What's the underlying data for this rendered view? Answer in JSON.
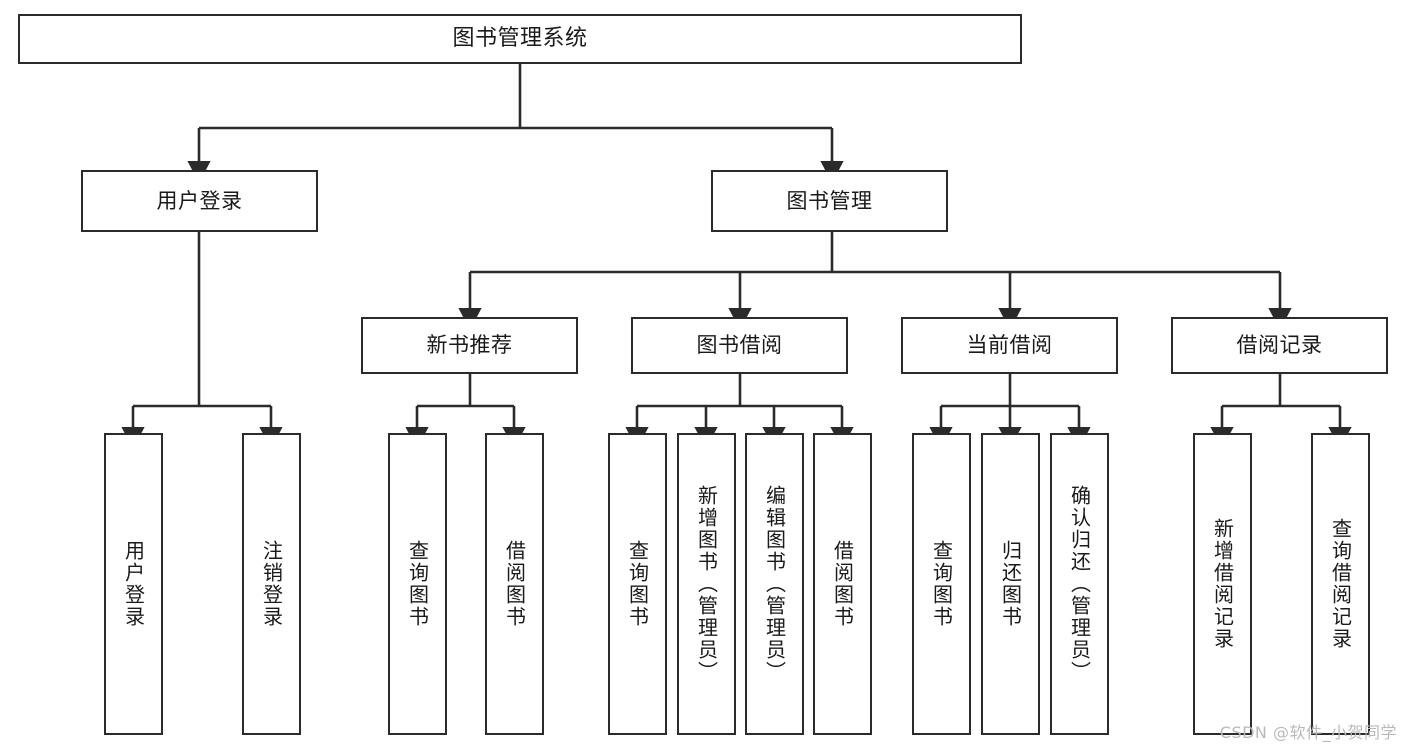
{
  "diagram": {
    "title": "图书管理系统",
    "type": "function-hierarchy-tree",
    "colors": {
      "box_border": "#2b2b2b",
      "box_fill": "#ffffff",
      "edge": "#2b2b2b",
      "text": "#1a1a1a",
      "watermark": "#b9b9b9"
    },
    "levels": {
      "root": {
        "label": "图书管理系统"
      },
      "level2": [
        {
          "label": "用户登录"
        },
        {
          "label": "图书管理"
        }
      ],
      "level3": [
        {
          "label": "新书推荐"
        },
        {
          "label": "图书借阅"
        },
        {
          "label": "当前借阅"
        },
        {
          "label": "借阅记录"
        }
      ],
      "leaves": {
        "user_login": [
          {
            "label": "用户登录"
          },
          {
            "label": "注销登录"
          }
        ],
        "new_book_recommend": [
          {
            "label": "查询图书"
          },
          {
            "label": "借阅图书"
          }
        ],
        "book_borrow": [
          {
            "label": "查询图书"
          },
          {
            "label": "新增图书（管理员）"
          },
          {
            "label": "编辑图书（管理员）"
          },
          {
            "label": "借阅图书"
          }
        ],
        "current_borrow": [
          {
            "label": "查询图书"
          },
          {
            "label": "归还图书"
          },
          {
            "label": "确认归还（管理员）"
          }
        ],
        "borrow_record": [
          {
            "label": "新增借阅记录"
          },
          {
            "label": "查询借阅记录"
          }
        ]
      }
    },
    "watermark": "CSDN @软件_小贺同学"
  }
}
